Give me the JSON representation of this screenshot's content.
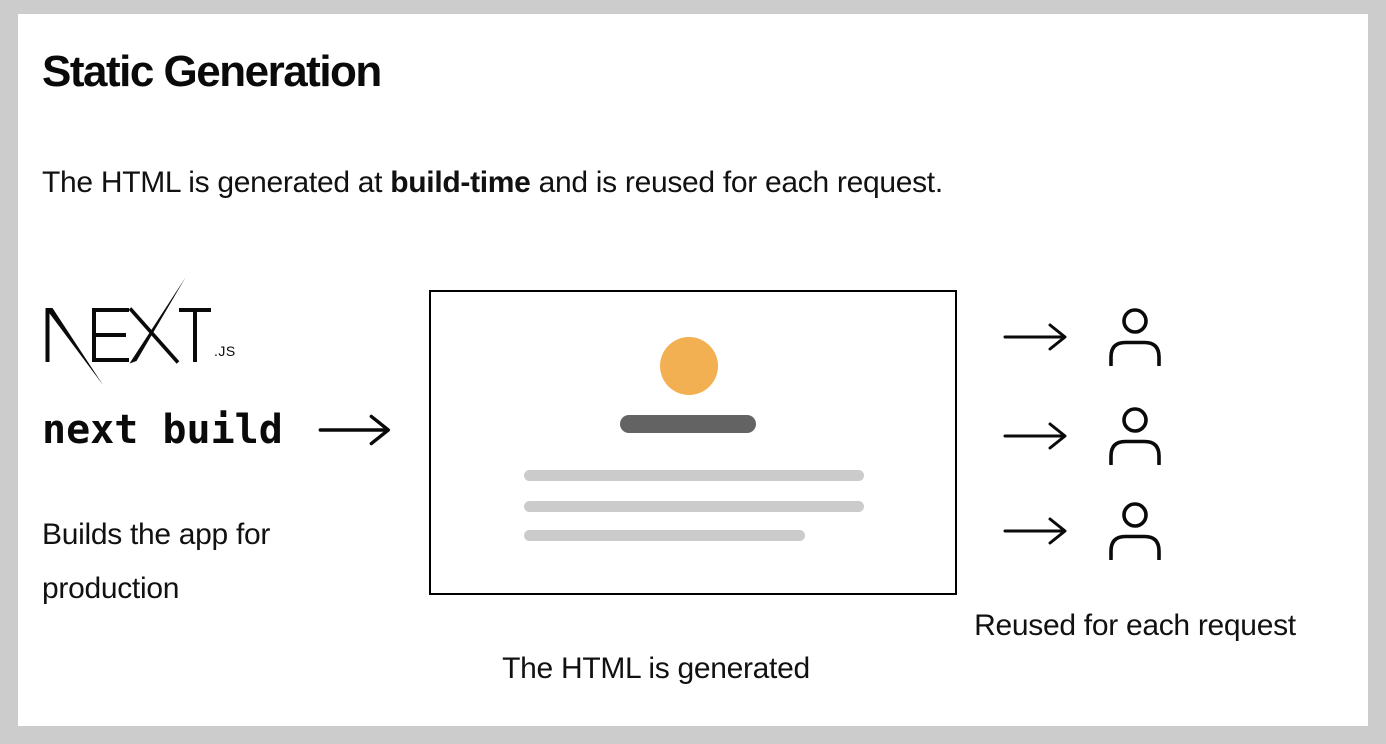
{
  "header": {
    "title": "Static Generation"
  },
  "intro": {
    "prefix": "The HTML is generated at ",
    "emphasis": "build-time",
    "suffix": " and is reused for each request."
  },
  "build_step": {
    "logo_text": "NEXT",
    "logo_suffix": ".JS",
    "command": "next build",
    "caption": "Builds the app for production"
  },
  "html_step": {
    "caption": "The HTML is generated",
    "mock_avatar_color": "#F3B052",
    "mock_heading_color": "#636363",
    "mock_line_color": "#CBCBCB"
  },
  "request_step": {
    "caption": "Reused for each request",
    "request_count": 3
  },
  "colors": {
    "frame_background": "#CCCCCC",
    "card_background": "#FFFFFF",
    "text": "#111111",
    "box_border": "#000000"
  },
  "icons": {
    "arrow_right": "→ line with chevron head",
    "user": "outlined head circle with rounded shoulders",
    "nextjs_logo": "NEXT wordmark with extended diagonals and .JS suffix"
  }
}
